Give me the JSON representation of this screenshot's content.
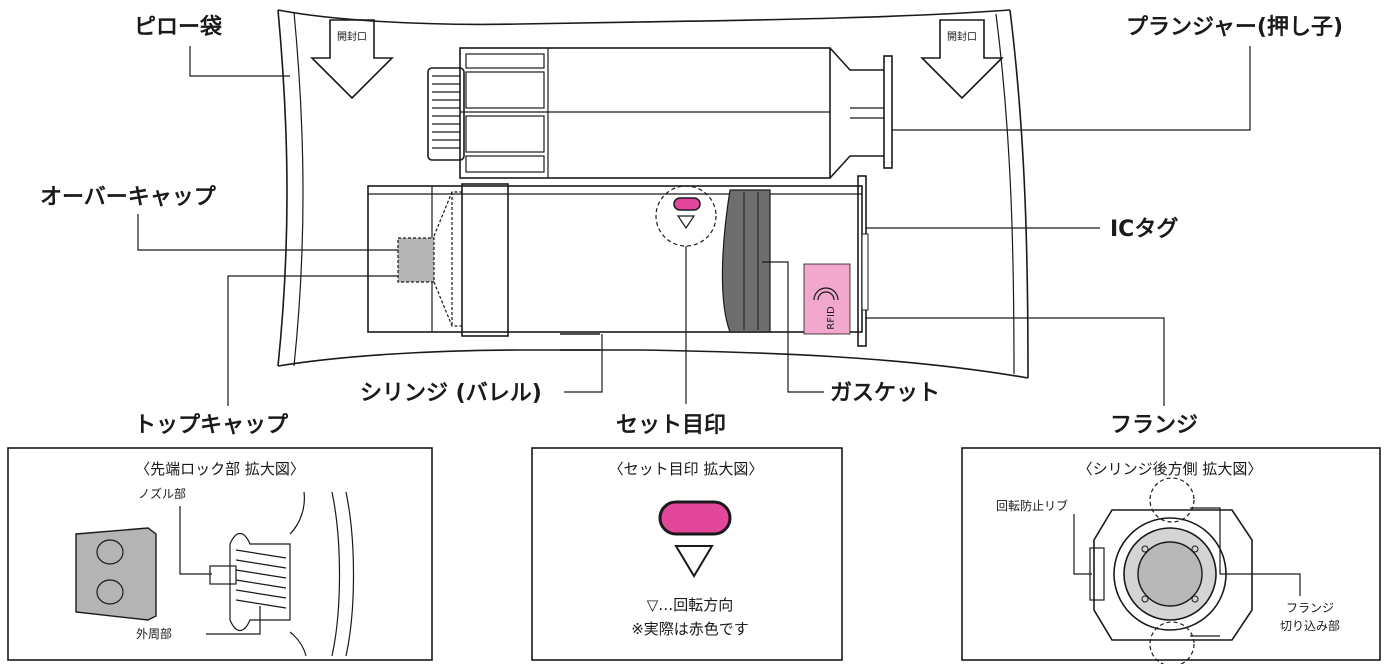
{
  "labels": {
    "pillow_bag": "ピロー袋",
    "plunger": "プランジャー(押し子)",
    "over_cap": "オーバーキャップ",
    "ic_tag": "ICタグ",
    "syringe_barrel": "シリンジ (バレル)",
    "gasket": "ガスケット",
    "top_cap": "トップキャップ",
    "set_mark": "セット目印",
    "flange": "フランジ",
    "open_mouth": "開封口",
    "rfid": "RFID"
  },
  "panels": {
    "tip_lock": {
      "title": "〈先端ロック部 拡大図〉",
      "nozzle": "ノズル部",
      "outer": "外周部"
    },
    "set_mark_zoom": {
      "title": "〈セット目印 拡大図〉",
      "note1": "▽…回転方向",
      "note2": "※実際は赤色です"
    },
    "rear_side": {
      "title": "〈シリンジ後方側 拡大図〉",
      "rib": "回転防止リブ",
      "flange_cut_1": "フランジ",
      "flange_cut_2": "切り込み部"
    }
  },
  "colors": {
    "mark_pink": "#e2479b",
    "rfid_pink": "#f2a7cd",
    "gasket_dark": "#6e6e6e",
    "tip_gray": "#b4b4b4"
  }
}
